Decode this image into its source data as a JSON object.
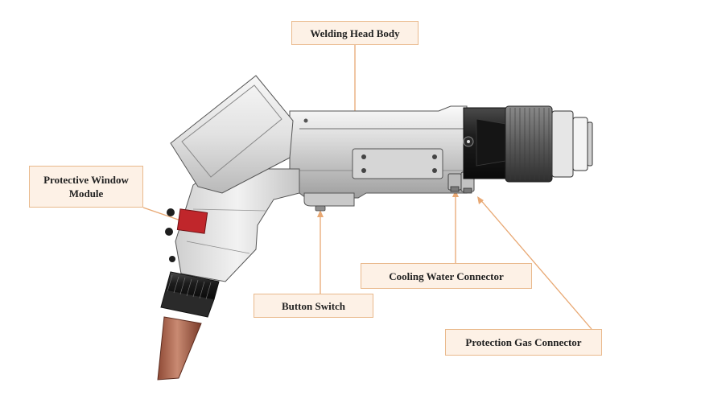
{
  "callouts": {
    "welding_head_body": "Welding Head Body",
    "protective_window_module": "Protective Window Module",
    "cooling_water_connector": "Cooling Water Connector",
    "button_switch": "Button Switch",
    "protection_gas_connector": "Protection Gas Connector"
  },
  "colors": {
    "callout_fill": "#fdf1e6",
    "callout_border": "#e9b98c",
    "leader_line": "#e8a873",
    "window_accent": "#c0262b",
    "nozzle": "#b86a52"
  }
}
